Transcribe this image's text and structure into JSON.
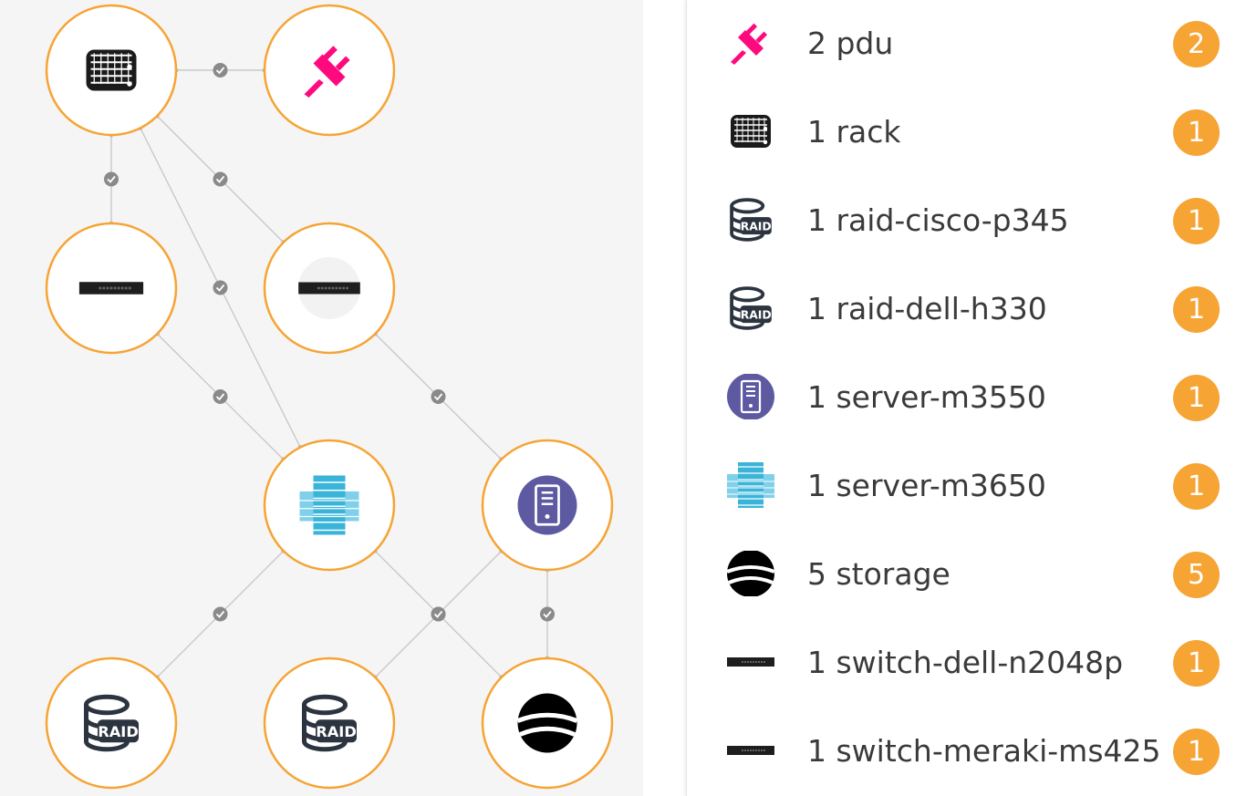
{
  "topology": {
    "nodes": [
      {
        "id": "rack",
        "icon": "rack-icon"
      },
      {
        "id": "pdu",
        "icon": "plug-icon"
      },
      {
        "id": "switch-dell-n2048p",
        "icon": "switch-icon"
      },
      {
        "id": "switch-meraki-ms425",
        "icon": "switch-icon"
      },
      {
        "id": "server-m3650",
        "icon": "server-cluster-icon"
      },
      {
        "id": "server-m3550",
        "icon": "server-icon"
      },
      {
        "id": "raid-cisco-p345",
        "icon": "raid-icon",
        "label": "RAID"
      },
      {
        "id": "raid-dell-h330",
        "icon": "raid-icon",
        "label": "RAID"
      },
      {
        "id": "storage",
        "icon": "storage-icon"
      }
    ],
    "edges": [
      [
        "rack",
        "pdu"
      ],
      [
        "rack",
        "switch-dell-n2048p"
      ],
      [
        "rack",
        "switch-meraki-ms425"
      ],
      [
        "rack",
        "server-m3650"
      ],
      [
        "switch-dell-n2048p",
        "server-m3650"
      ],
      [
        "switch-meraki-ms425",
        "server-m3550"
      ],
      [
        "server-m3650",
        "raid-cisco-p345"
      ],
      [
        "server-m3650",
        "storage"
      ],
      [
        "server-m3550",
        "raid-dell-h330"
      ],
      [
        "server-m3550",
        "storage"
      ]
    ]
  },
  "summary": {
    "items": [
      {
        "count": "2",
        "name": "pdu",
        "label": "2 pdu",
        "badge": "2",
        "icon": "plug-icon"
      },
      {
        "count": "1",
        "name": "rack",
        "label": "1 rack",
        "badge": "1",
        "icon": "rack-icon"
      },
      {
        "count": "1",
        "name": "raid-cisco-p345",
        "label": "1 raid-cisco-p345",
        "badge": "1",
        "icon": "raid-icon"
      },
      {
        "count": "1",
        "name": "raid-dell-h330",
        "label": "1 raid-dell-h330",
        "badge": "1",
        "icon": "raid-icon"
      },
      {
        "count": "1",
        "name": "server-m3550",
        "label": "1 server-m3550",
        "badge": "1",
        "icon": "server-icon"
      },
      {
        "count": "1",
        "name": "server-m3650",
        "label": "1 server-m3650",
        "badge": "1",
        "icon": "server-cluster-icon"
      },
      {
        "count": "5",
        "name": "storage",
        "label": "5 storage",
        "badge": "5",
        "icon": "storage-icon"
      },
      {
        "count": "1",
        "name": "switch-dell-n2048p",
        "label": "1 switch-dell-n2048p",
        "badge": "1",
        "icon": "switch-icon"
      },
      {
        "count": "1",
        "name": "switch-meraki-ms425",
        "label": "1 switch-meraki-ms425",
        "badge": "1",
        "icon": "switch-icon"
      }
    ]
  },
  "colors": {
    "node_ring": "#f6a434",
    "badge": "#f6a434",
    "pdu": "#ff0a7e",
    "server": "#5e5aa2",
    "cluster": "#3ab4d8",
    "edge": "#c9c9c9",
    "edge_check": "#8a8a8a"
  }
}
